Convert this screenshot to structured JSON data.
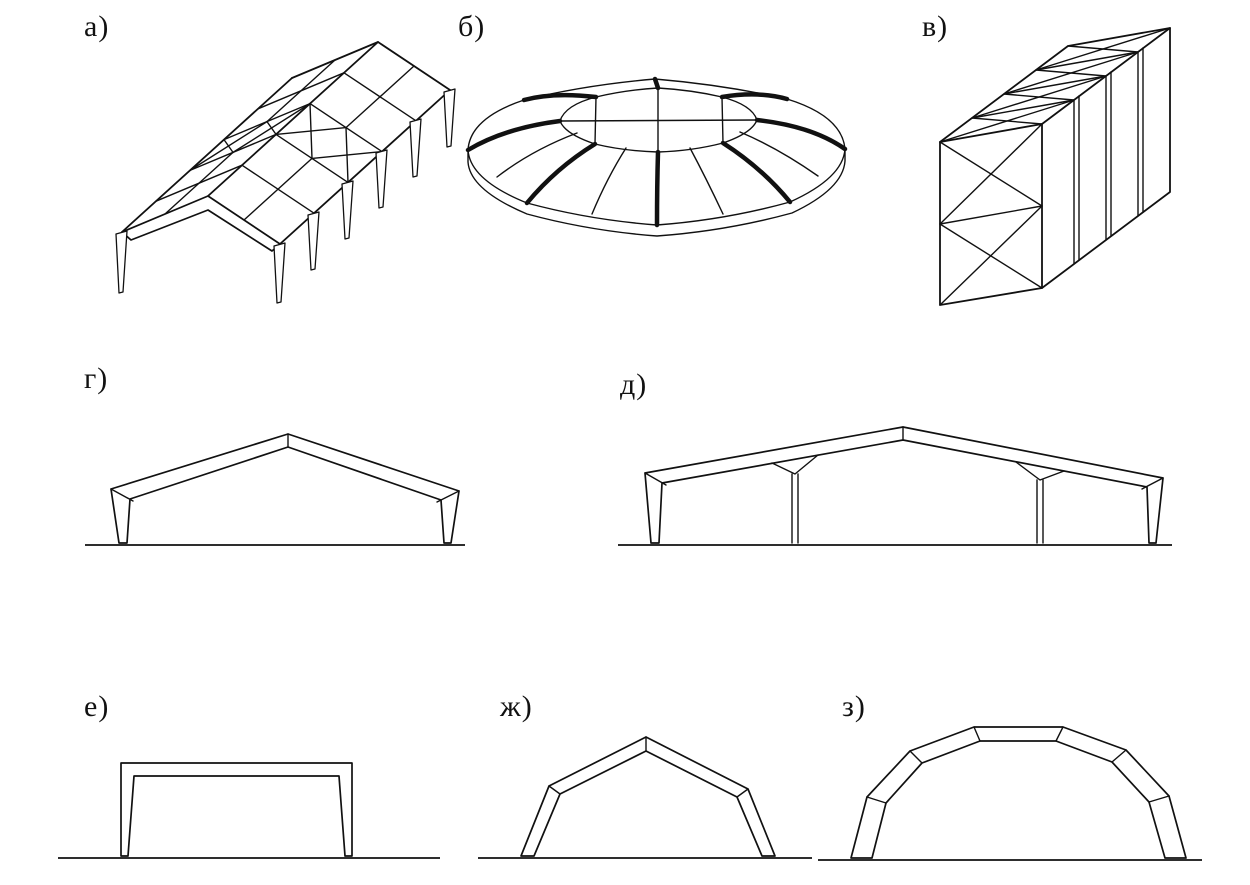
{
  "page": {
    "background": "#ffffff",
    "ink": "#111111",
    "kind": "structural framing schemes sheet"
  },
  "figures": {
    "a": {
      "label": "а)",
      "scheme": "gable-roof frame hall with roof bracing, axonometric"
    },
    "b": {
      "label": "б)",
      "scheme": "faceted dome tent structure with ribs, axonometric"
    },
    "v": {
      "label": "в)",
      "scheme": "box truss block with X-bracing, axonometric"
    },
    "g": {
      "label": "г)",
      "scheme": "single-span gable frame, elevation"
    },
    "d": {
      "label": "д)",
      "scheme": "multi-span gable frame with interior posts, elevation"
    },
    "e": {
      "label": "е)",
      "scheme": "rectangular portal frame, elevation"
    },
    "zh": {
      "label": "ж)",
      "scheme": "polygonal arch frame, elevation"
    },
    "z": {
      "label": "з)",
      "scheme": "segmented arch frame, elevation"
    }
  }
}
